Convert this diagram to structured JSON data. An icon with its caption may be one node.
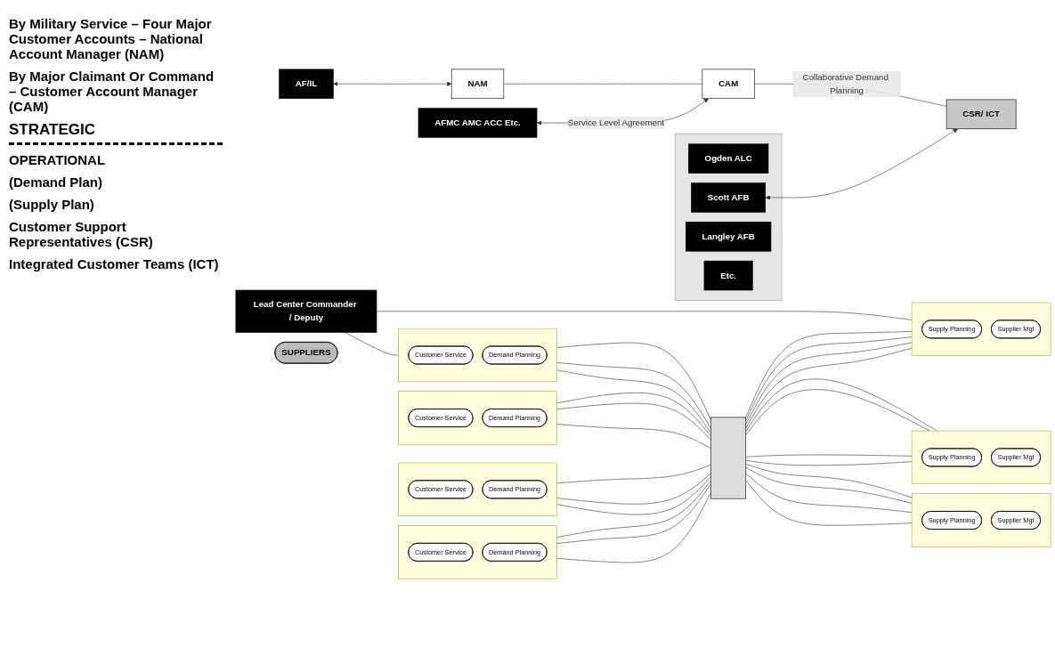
{
  "diagram": {
    "nodes": [
      {
        "text": [
          "AF/IL"
        ]
      },
      {
        "text": [
          "NAM"
        ]
      },
      {
        "text": [
          "AFMC AMC ACC Etc."
        ]
      },
      {
        "text": [
          "CAM"
        ]
      },
      {
        "text": [],
        "shape": "box"
      },
      {
        "text": [
          "Ogden ALC"
        ],
        "in": 4
      },
      {
        "text": [
          "Scott AFB"
        ],
        "in": 4
      },
      {
        "text": [
          "Langley AFB"
        ],
        "in": 4
      },
      {
        "text": [
          "Etc."
        ],
        "in": 4
      },
      {
        "text": [
          "CSR/ ICT"
        ]
      },
      {
        "text": [
          "Lead Center Commander / Deputy"
        ]
      },
      {
        "text": [],
        "shape": "box"
      },
      {
        "text": [
          "Customer Service"
        ],
        "in": 11
      },
      {
        "text": [
          "Demand Planning"
        ],
        "in": 11
      },
      {
        "text": [],
        "shape": "box"
      },
      {
        "text": [
          "Customer Service"
        ],
        "in": 14
      },
      {
        "text": [
          "Demand Planning"
        ],
        "in": 14
      },
      {
        "text": [],
        "shape": "box"
      },
      {
        "text": [
          "Customer Service"
        ],
        "in": 17
      },
      {
        "text": [
          "Demand Planning"
        ],
        "in": 17
      },
      {
        "text": [],
        "shape": "box"
      },
      {
        "text": [
          "Customer Service"
        ],
        "in": 20
      },
      {
        "text": [
          "Demand Planning"
        ],
        "in": 20
      },
      {
        "text": [],
        "shape": "bar"
      },
      {
        "text": [],
        "shape": "box"
      },
      {
        "text": [
          "Supply Planning"
        ],
        "in": 24
      },
      {
        "text": [
          "Supplier Mgt"
        ],
        "in": 24
      },
      {
        "text": [],
        "shape": "box"
      },
      {
        "text": [
          "Supply Planning"
        ],
        "in": 27
      },
      {
        "text": [
          "Supplier Mgt"
        ],
        "in": 27
      },
      {
        "text": [],
        "shape": "box"
      },
      {
        "text": [
          "Supply Planning"
        ],
        "in": 30
      },
      {
        "text": [
          "Supplier Mgt"
        ],
        "in": 30
      },
      {
        "text": [
          "SUPPLIERS"
        ]
      }
    ],
    "edges": [
      {
        "from": 0,
        "to": 1,
        "arrow": "both"
      },
      {
        "from": 1,
        "to": 3,
        "arrow": "none"
      },
      {
        "from": 2,
        "to": 3,
        "arrow": "both",
        "label": "Service Level Agreement"
      },
      {
        "from": 3,
        "to": 9,
        "arrow": "none",
        "label": "Collaborative Demand Planning"
      },
      {
        "from": 6,
        "to": 9,
        "arrow": "both"
      },
      {
        "from": 10,
        "to": 11,
        "arrow": "none"
      },
      {
        "from": 10,
        "to": 24,
        "arrow": "none"
      },
      {
        "from": 11,
        "to": 23,
        "arrow": "none"
      },
      {
        "from": 11,
        "to": 23,
        "arrow": "none"
      },
      {
        "from": 11,
        "to": 23,
        "arrow": "none"
      },
      {
        "from": 14,
        "to": 23,
        "arrow": "none"
      },
      {
        "from": 14,
        "to": 23,
        "arrow": "none"
      },
      {
        "from": 14,
        "to": 23,
        "arrow": "none"
      },
      {
        "from": 17,
        "to": 23,
        "arrow": "none"
      },
      {
        "from": 17,
        "to": 23,
        "arrow": "none"
      },
      {
        "from": 17,
        "to": 23,
        "arrow": "none"
      },
      {
        "from": 20,
        "to": 23,
        "arrow": "none"
      },
      {
        "from": 20,
        "to": 23,
        "arrow": "none"
      },
      {
        "from": 20,
        "to": 23,
        "arrow": "none"
      },
      {
        "from": 23,
        "to": 24,
        "arrow": "none"
      },
      {
        "from": 23,
        "to": 24,
        "arrow": "none"
      },
      {
        "from": 23,
        "to": 24,
        "arrow": "none"
      },
      {
        "from": 23,
        "to": 24,
        "arrow": "none"
      },
      {
        "from": 23,
        "to": 27,
        "arrow": "none"
      },
      {
        "from": 23,
        "to": 27,
        "arrow": "none"
      },
      {
        "from": 23,
        "to": 27,
        "arrow": "none"
      },
      {
        "from": 23,
        "to": 27,
        "arrow": "none"
      },
      {
        "from": 23,
        "to": 30,
        "arrow": "none"
      },
      {
        "from": 23,
        "to": 30,
        "arrow": "none"
      },
      {
        "from": 23,
        "to": 30,
        "arrow": "none"
      },
      {
        "from": 23,
        "to": 30,
        "arrow": "none"
      }
    ],
    "labels": [
      "By Military Service – Four Major Customer Accounts – National Account Manager (NAM)",
      "By Major Claimant Or Command – Customer Account Manager (CAM)",
      "STRATEGIC",
      "OPERATIONAL",
      "(Demand Plan)",
      "(Supply Plan)",
      "Customer Support Representatives (CSR)",
      "Integrated Customer Teams (ICT)"
    ]
  }
}
